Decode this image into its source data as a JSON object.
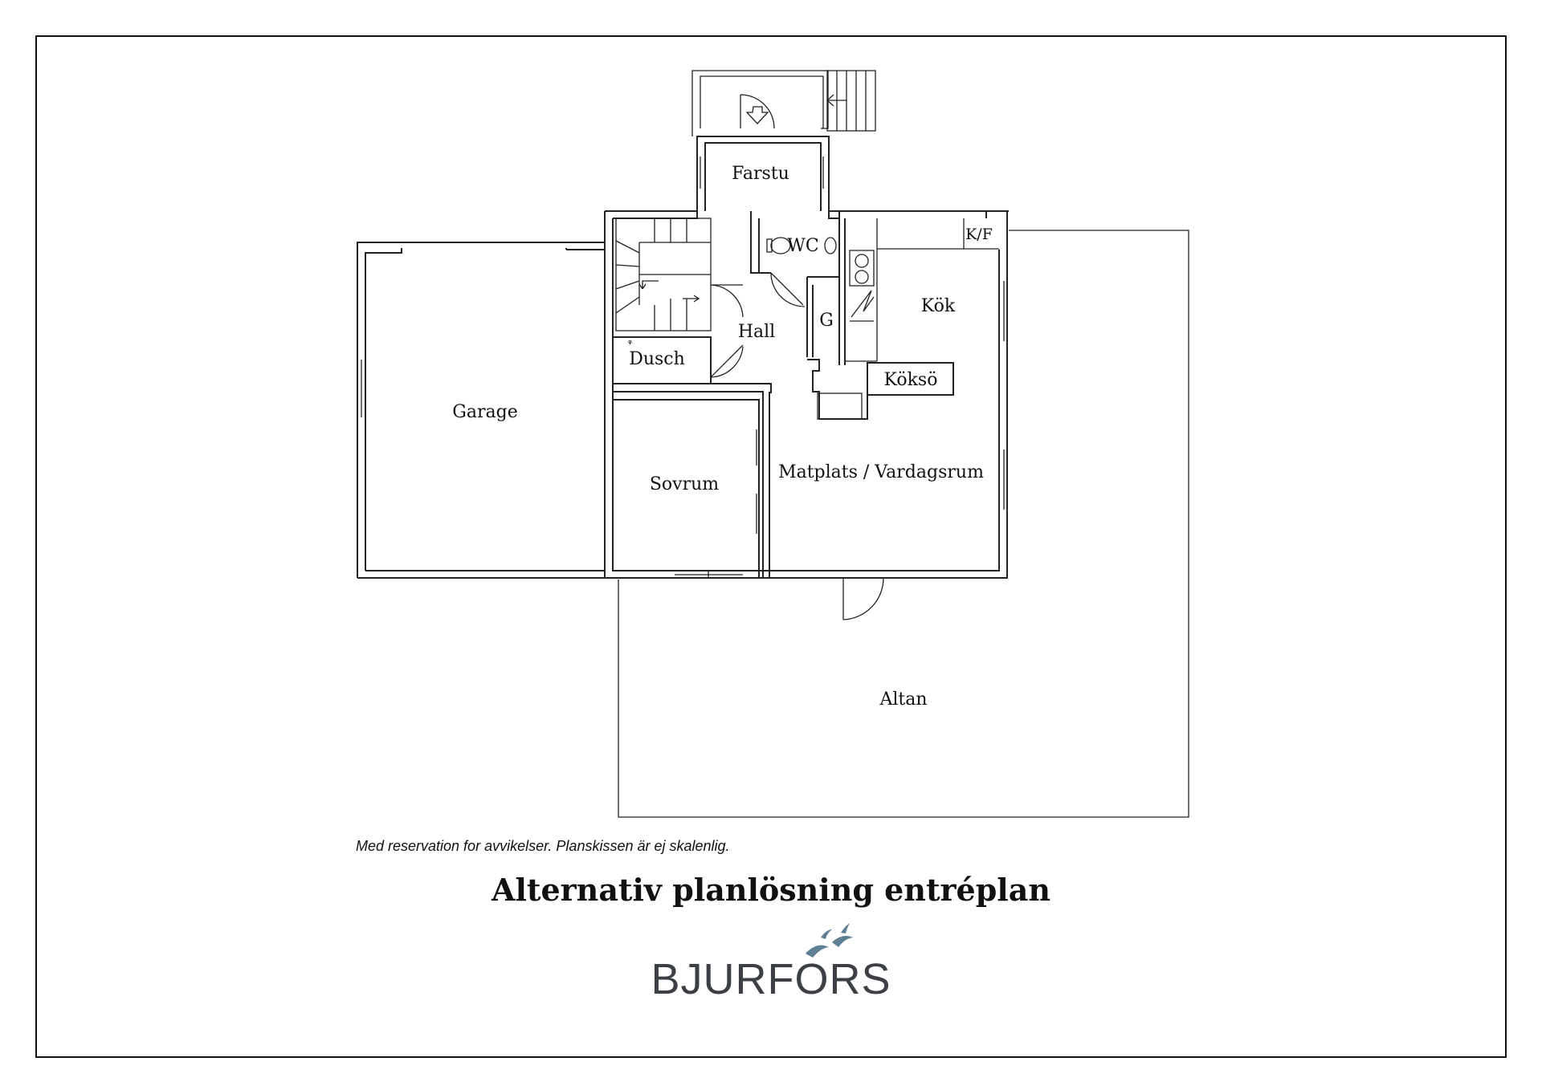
{
  "rooms": {
    "farstu": "Farstu",
    "wc": "WC",
    "kf": "K/F",
    "kok": "Kök",
    "garage": "Garage",
    "hall": "Hall",
    "g": "G",
    "dusch": "Dusch",
    "koksoe": "Köksö",
    "sovrum": "Sovrum",
    "matplats": "Matplats / Vardagsrum",
    "altan": "Altan"
  },
  "disclaimer": "Med reservation for avvikelser. Planskissen är ej skalenlig.",
  "plan_title": "Alternativ planlösning entréplan",
  "brand": {
    "name": "BJURFORS",
    "bird_color": "#5f7f93"
  }
}
